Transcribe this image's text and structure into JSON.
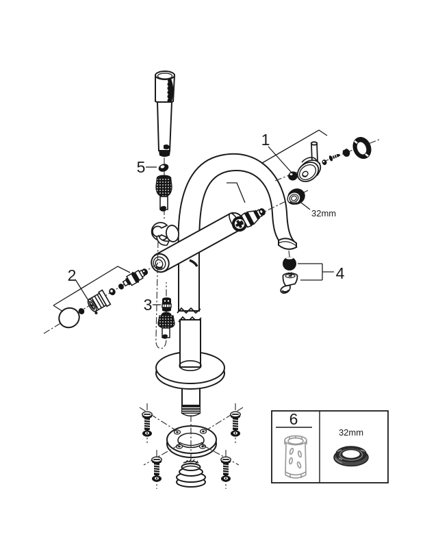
{
  "diagram": {
    "title": "exploded-parts-diagram",
    "callouts": {
      "c1": "1",
      "c2": "2",
      "c3": "3",
      "c4": "4",
      "c5": "5",
      "handle_nut_size": "32mm"
    },
    "inset_box": {
      "callout": "6",
      "ring_size": "32mm"
    },
    "colors": {
      "line": "#1a1a1a",
      "background": "#ffffff",
      "inset_gray": "#9a9a9a"
    }
  }
}
